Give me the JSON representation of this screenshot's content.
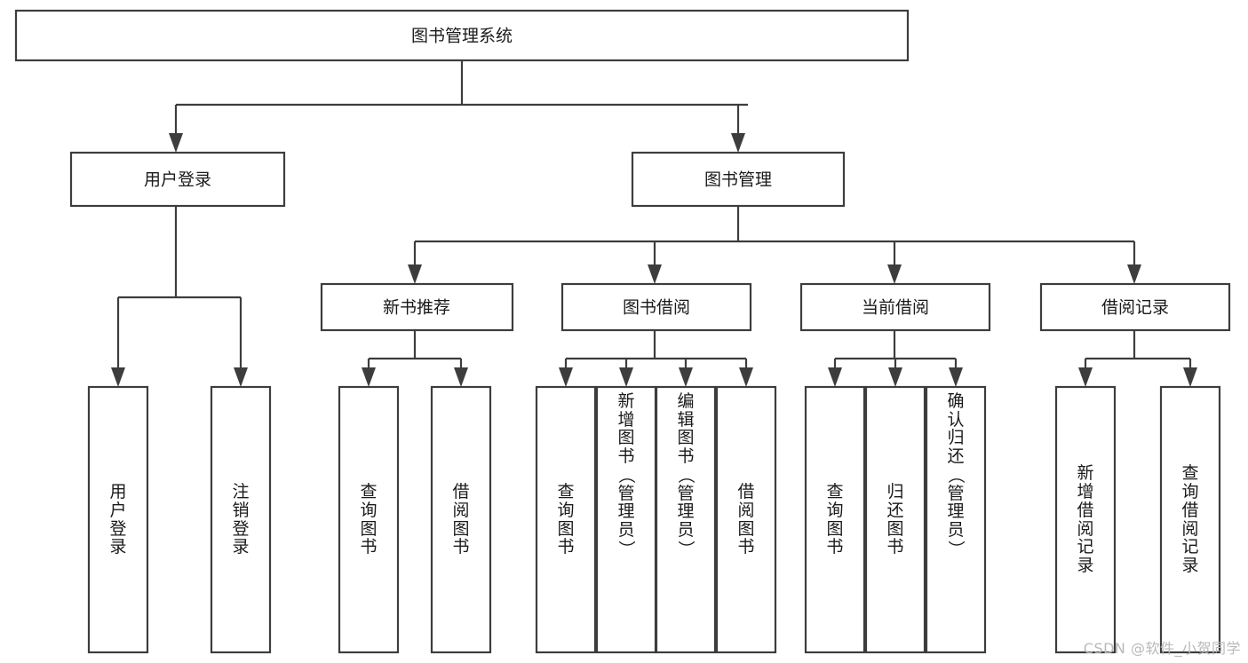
{
  "diagram": {
    "title": "图书管理系统",
    "type": "tree-hierarchy",
    "watermark": "CSDN @软件_小贺同学",
    "colors": {
      "stroke": "#3d3d3d",
      "box_fill": "#ffffff",
      "text": "#1a1a1a",
      "watermark": "#b9b9b9",
      "background": "#ffffff"
    },
    "root": {
      "label": "图书管理系统"
    },
    "level2": [
      {
        "label": "用户登录"
      },
      {
        "label": "图书管理"
      }
    ],
    "level3": [
      {
        "label": "新书推荐"
      },
      {
        "label": "图书借阅"
      },
      {
        "label": "当前借阅"
      },
      {
        "label": "借阅记录"
      }
    ],
    "leaves": {
      "user_login": [
        {
          "label": "用户登录"
        },
        {
          "label": "注销登录"
        }
      ],
      "new_book_recommend": [
        {
          "label": "查询图书"
        },
        {
          "label": "借阅图书"
        }
      ],
      "book_borrow": [
        {
          "label": "查询图书"
        },
        {
          "label": "新增图书（管理员）"
        },
        {
          "label": "编辑图书（管理员）"
        },
        {
          "label": "借阅图书"
        }
      ],
      "current_borrow": [
        {
          "label": "查询图书"
        },
        {
          "label": "归还图书"
        },
        {
          "label": "确认归还（管理员）"
        }
      ],
      "borrow_record": [
        {
          "label": "新增借阅记录"
        },
        {
          "label": "查询借阅记录"
        }
      ]
    }
  }
}
